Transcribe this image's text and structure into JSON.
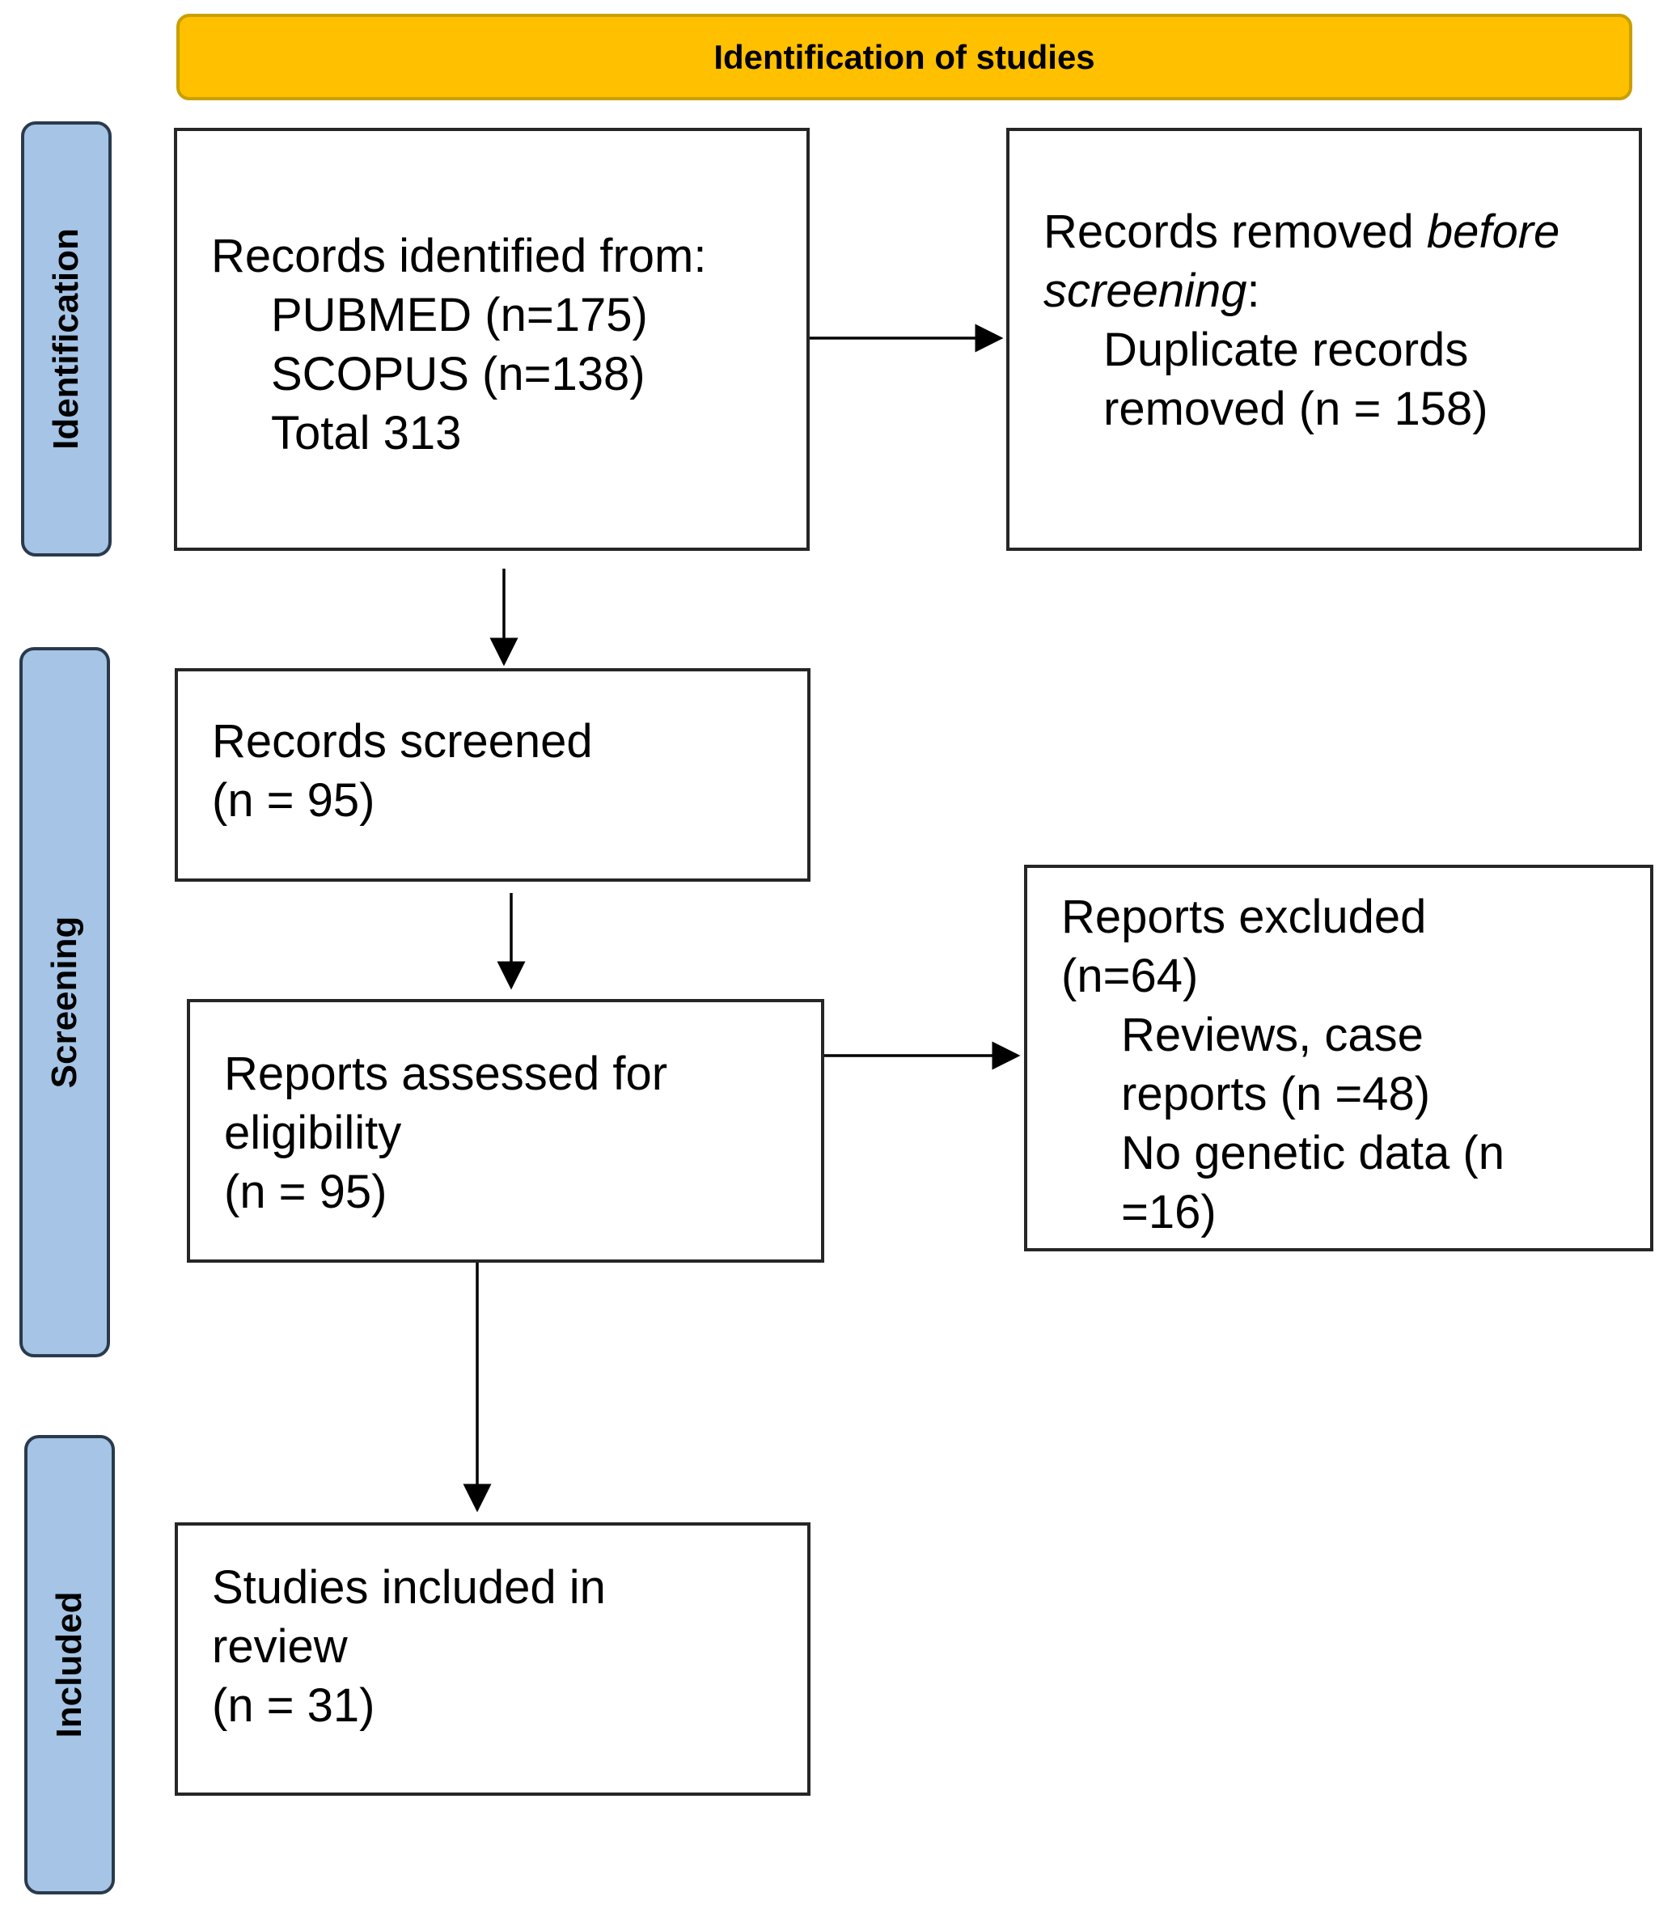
{
  "header": {
    "title": "Identification of studies"
  },
  "phases": {
    "identification": "Identification",
    "screening": "Screening",
    "included": "Included"
  },
  "boxes": {
    "identified": {
      "line1": "Records identified from:",
      "line2": "PUBMED (n=175)",
      "line3": "SCOPUS (n=138)",
      "line4": "Total 313"
    },
    "removed": {
      "line1_a": "Records removed ",
      "line1_b": "before",
      "line2_a": "screening",
      "line2_b": ":",
      "line3": "Duplicate records",
      "line4": "removed (n = 158)"
    },
    "screened": {
      "line1": "Records screened",
      "line2": "(n = 95)"
    },
    "assessed": {
      "line1": "Reports assessed for",
      "line2": "eligibility",
      "line3": "(n = 95)"
    },
    "excluded": {
      "line1": "Reports excluded",
      "line2": "(n=64)",
      "line3": "Reviews, case",
      "line4": "reports (n =48)",
      "line5": "No genetic data (n",
      "line6": "=16)"
    },
    "included": {
      "line1": "Studies included in",
      "line2": "review",
      "line3": "(n = 31)"
    }
  }
}
